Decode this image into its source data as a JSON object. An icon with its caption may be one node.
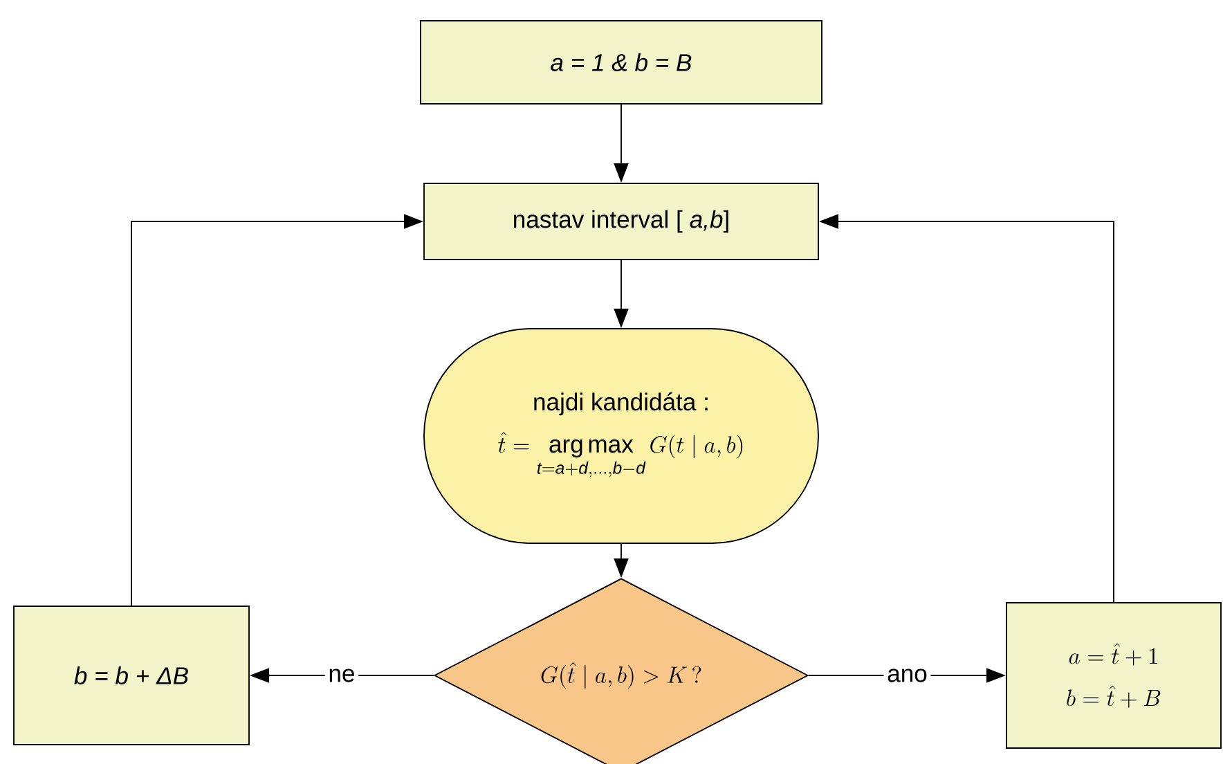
{
  "diagram": {
    "nodes": [
      {
        "text": [
          "a = 1 & b = B"
        ]
      },
      {
        "text": [
          "nastav interval [ *a,b*]"
        ]
      },
      {
        "text": [
          "najdi kandidáta :",
          "\\hat{t} = \\operatorname*{arg\\,max}_{\\mathit{t=a+d,\\dots,b-d}} G(t \\mid a,b)"
        ]
      },
      {
        "text": [
          "G(\\hat{t} \\mid a,b) > K\\,?"
        ]
      },
      {
        "text": [
          "b = b + ΔB"
        ]
      },
      {
        "text": [
          "a = \\hat{t} + 1",
          "b = \\hat{t} + B"
        ]
      }
    ],
    "edges": [
      {
        "from": 0,
        "to": 1,
        "arrow": "to"
      },
      {
        "from": 1,
        "to": 2,
        "arrow": "to"
      },
      {
        "from": 2,
        "to": 3,
        "arrow": "to"
      },
      {
        "from": 3,
        "to": 4,
        "arrow": "to",
        "label": "ne"
      },
      {
        "from": 3,
        "to": 5,
        "arrow": "to",
        "label": "ano"
      },
      {
        "from": 4,
        "to": 1,
        "arrow": "to"
      },
      {
        "from": 5,
        "to": 1,
        "arrow": "to"
      }
    ]
  }
}
